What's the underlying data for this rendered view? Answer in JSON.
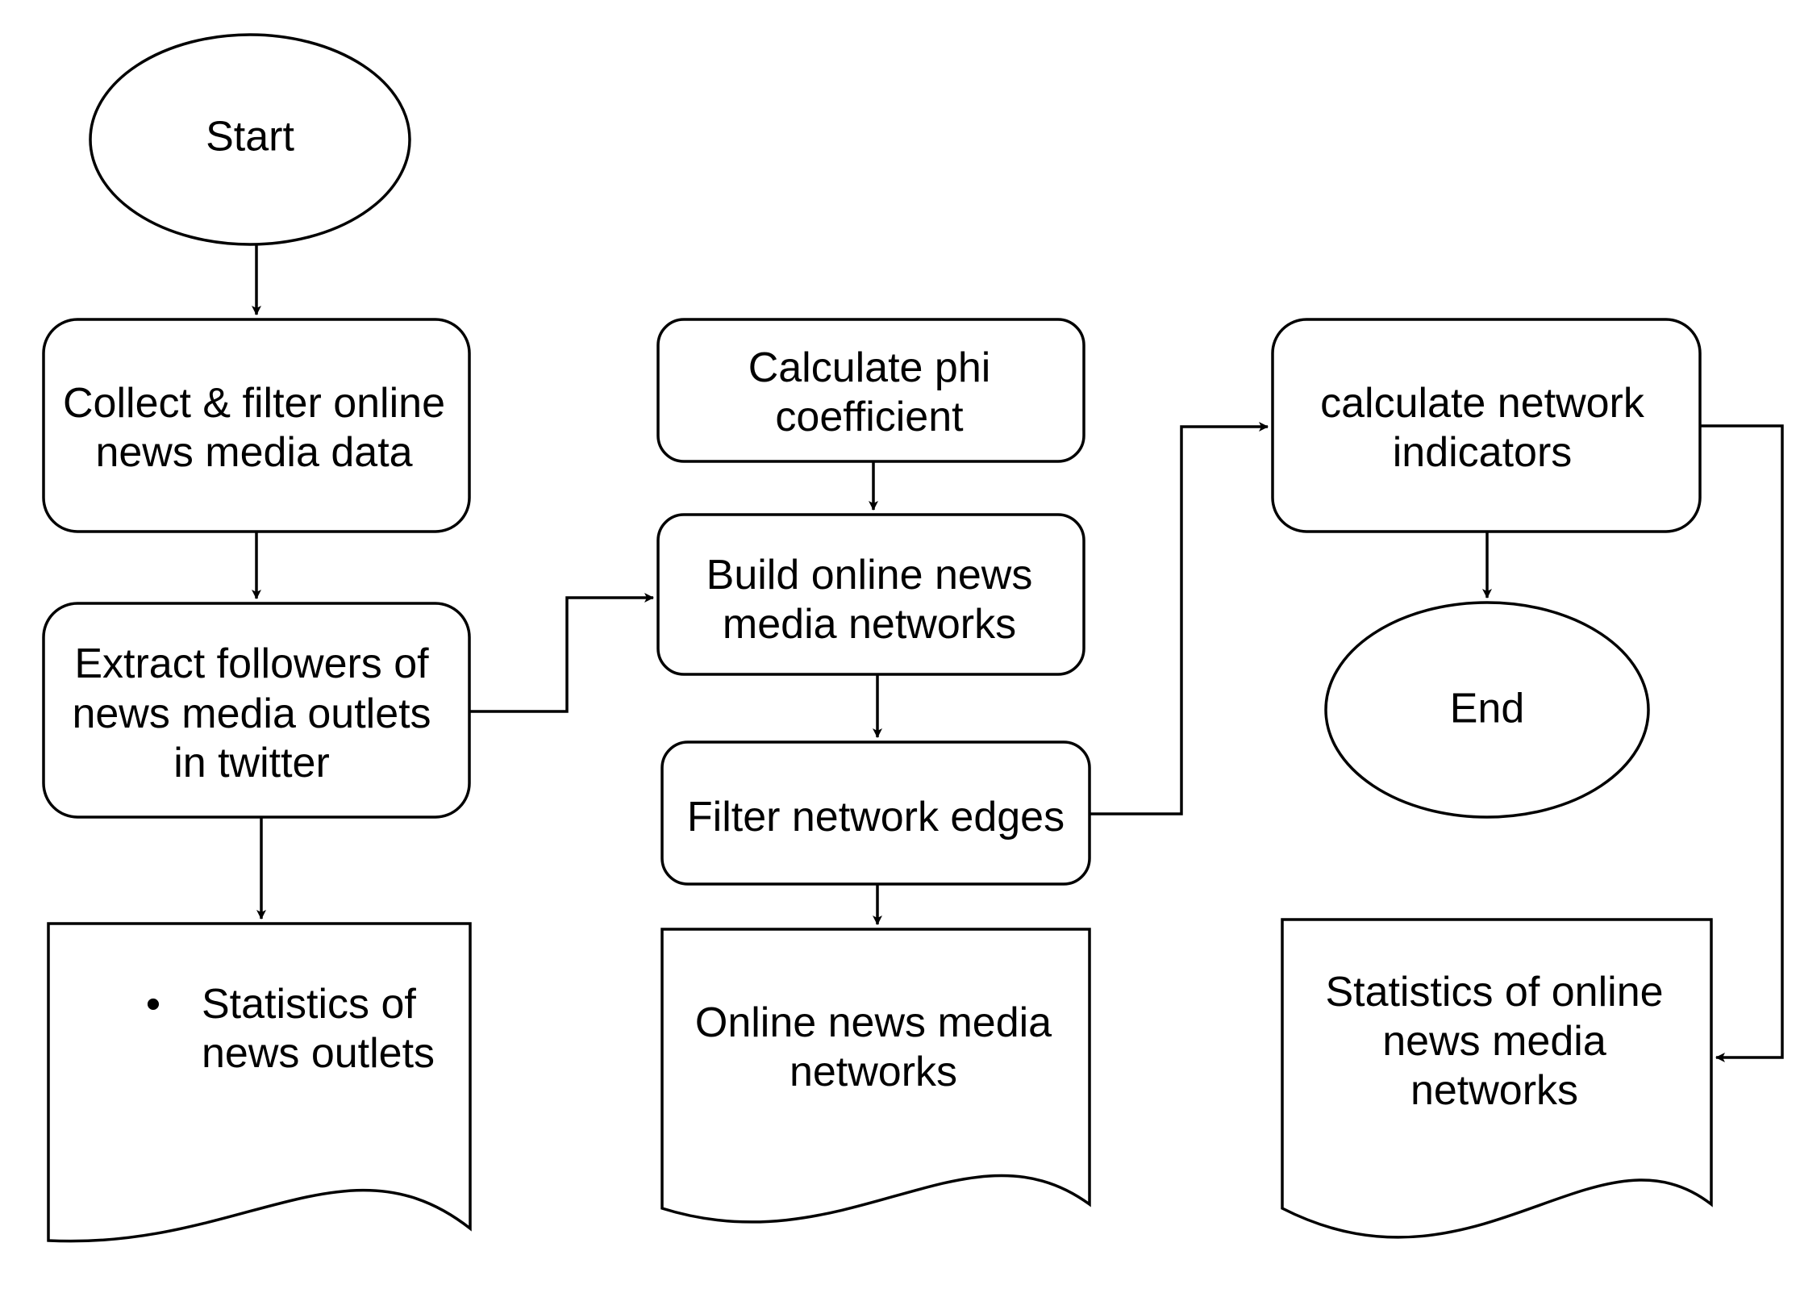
{
  "nodes": {
    "start": {
      "label": "Start"
    },
    "collect": {
      "line1": "Collect & filter online",
      "line2": "news media data"
    },
    "extract": {
      "line1": "Extract followers of",
      "line2": "news media  outlets",
      "line3": "in twitter"
    },
    "stats_outlets_doc": {
      "bullet": "•",
      "line1": "Statistics of",
      "line2": "news outlets"
    },
    "calc_phi": {
      "line1": "Calculate phi",
      "line2": "coefficient"
    },
    "build": {
      "line1": "Build online news",
      "line2": "media networks"
    },
    "filter": {
      "label": "Filter network edges"
    },
    "networks_doc": {
      "line1": "Online news media",
      "line2": "networks"
    },
    "calc_ind": {
      "line1": "calculate network",
      "line2": "indicators"
    },
    "end": {
      "label": "End"
    },
    "stats_networks_doc": {
      "line1": "Statistics of online",
      "line2": "news media",
      "line3": "networks"
    }
  }
}
